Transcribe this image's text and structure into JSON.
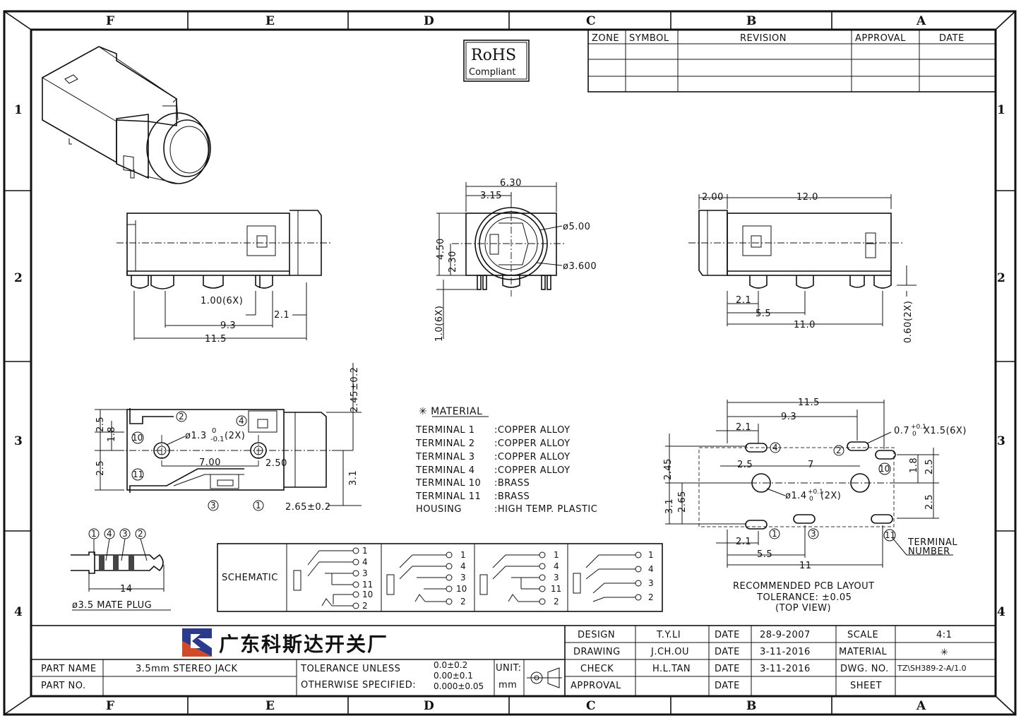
{
  "zones_cols": [
    "F",
    "E",
    "D",
    "C",
    "B",
    "A"
  ],
  "zones_rows": [
    "1",
    "2",
    "3",
    "4"
  ],
  "rohs": {
    "line1": "RoHS",
    "line2": "Compliant"
  },
  "revision_table": {
    "headers": [
      "ZONE",
      "SYMBOL",
      "REVISION",
      "APPROVAL",
      "DATE"
    ]
  },
  "side_view": {
    "dim_1": "1.00(6X)",
    "dim_2": "2.1",
    "dim_3": "9.3",
    "dim_4": "11.5"
  },
  "front_view": {
    "dim_w": "6.30",
    "dim_half": "3.15",
    "dim_h": "4.50",
    "dim_center": "2.30",
    "dia_outer": "ø5.00",
    "dia_inner": "ø3.600",
    "pin_len": "1.0(6X)"
  },
  "right_view": {
    "dim_a": "2.00",
    "dim_b": "12.0",
    "dim_c": "2.1",
    "dim_d": "5.5",
    "dim_e": "11.0",
    "dim_f": "0.60(2X)"
  },
  "top_view": {
    "dim_a": "2.45±0.2",
    "dim_b": "2.5",
    "dim_c": "1.8",
    "dim_d": "2.5",
    "dim_e": "3.1",
    "hole": "ø1.3",
    "hole_tol_up": "0",
    "hole_tol_dn": "-0.1",
    "hole_count": "(2X)",
    "dim_f": "7.00",
    "dim_g": "2.50",
    "dim_h": "2.65±0.2",
    "terminals": [
      "2",
      "4",
      "10",
      "11",
      "3",
      "1"
    ]
  },
  "material": {
    "title": "✳ MATERIAL",
    "rows": [
      {
        "name": "TERMINAL  1",
        "value": ":COPPER  ALLOY"
      },
      {
        "name": "TERMINAL  2",
        "value": ":COPPER  ALLOY"
      },
      {
        "name": "TERMINAL  3",
        "value": ":COPPER  ALLOY"
      },
      {
        "name": "TERMINAL  4",
        "value": ":COPPER  ALLOY"
      },
      {
        "name": "TERMINAL  10",
        "value": ":BRASS"
      },
      {
        "name": "TERMINAL  11",
        "value": ":BRASS"
      },
      {
        "name": "HOUSING",
        "value": ":HIGH  TEMP.  PLASTIC"
      }
    ]
  },
  "pcb": {
    "dim_a": "11.5",
    "dim_b": "9.3",
    "dim_c": "2.1",
    "pad": "0.7",
    "pad_tol_up": "+0.1",
    "pad_tol_dn": "0",
    "pad_size": "X1.5(6X)",
    "dim_d": "2.5",
    "dim_e": "7",
    "dim_f": "1.8",
    "dim_g": "2.5",
    "dim_h": "2.45",
    "dim_i": "2.65",
    "dim_j": "3.1",
    "hole": "ø1.4",
    "hole_tol_up": "+0.1",
    "hole_tol_dn": "0",
    "hole_count": "(2X)",
    "dim_k": "2.5",
    "dim_l": "2.1",
    "dim_m": "5.5",
    "dim_n": "11",
    "terminal_label_1": "TERMINAL",
    "terminal_label_2": "NUMBER",
    "title_1": "RECOMMENDED  PCB  LAYOUT",
    "title_2": "TOLERANCE: ±0.05",
    "title_3": "(TOP  VIEW)",
    "terminals": [
      "4",
      "2",
      "10",
      "1",
      "3",
      "11"
    ]
  },
  "plug": {
    "label": "ø3.5  MATE  PLUG",
    "dim": "14",
    "terminals": [
      "1",
      "4",
      "3",
      "2"
    ]
  },
  "schematic": {
    "label": "SCHEMATIC",
    "panels": [
      [
        "1",
        "4",
        "3",
        "11",
        "10",
        "2"
      ],
      [
        "1",
        "4",
        "3",
        "10",
        "2"
      ],
      [
        "1",
        "4",
        "3",
        "11",
        "2"
      ],
      [
        "1",
        "4",
        "3",
        "2"
      ]
    ]
  },
  "title_block": {
    "company": "广东科斯达开关厂",
    "part_name_label": "PART NAME",
    "part_name": "3.5mm  STEREO  JACK",
    "part_no_label": "PART NO.",
    "part_no": "",
    "tol_1": "TOLERANCE  UNLESS",
    "tol_2": "OTHERWISE  SPECIFIED:",
    "tol_v1": "0.0±0.2",
    "tol_v2": "0.00±0.1",
    "tol_v3": "0.000±0.05",
    "unit_label": "UNIT:",
    "unit": "mm",
    "design_label": "DESIGN",
    "design": "T.Y.LI",
    "drawing_label": "DRAWING",
    "drawing": "J.CH.OU",
    "check_label": "CHECK",
    "check": "H.L.TAN",
    "approval_label": "APPROVAL",
    "approval": "",
    "date_label": "DATE",
    "date_1": "28-9-2007",
    "date_2": "3-11-2016",
    "date_3": "3-11-2016",
    "date_4": "",
    "scale_label": "SCALE",
    "scale": "4:1",
    "material_label": "MATERIAL",
    "material": "✳",
    "dwg_label": "DWG. NO.",
    "dwg": "TZ\\SH389-2-A/1.0",
    "sheet_label": "SHEET",
    "sheet": ""
  }
}
